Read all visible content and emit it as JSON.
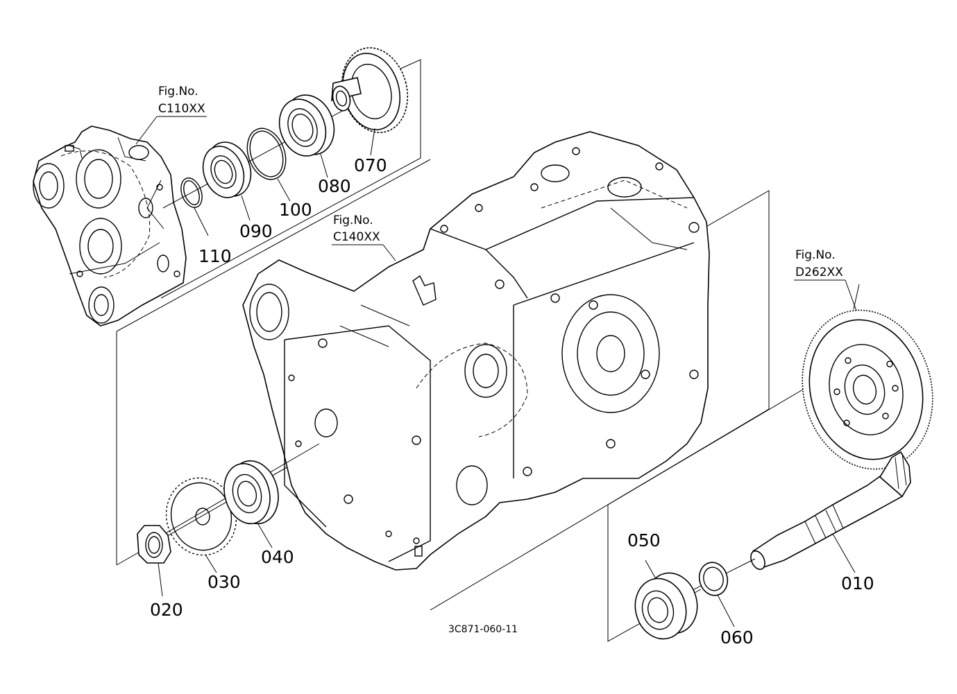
{
  "figure_refs": {
    "top_left": {
      "line1": "Fig.No.",
      "line2": "C110XX"
    },
    "center": {
      "line1": "Fig.No.",
      "line2": "C140XX"
    },
    "right": {
      "line1": "Fig.No.",
      "line2": "D262XX"
    }
  },
  "part_labels": {
    "p010": "010",
    "p020": "020",
    "p030": "030",
    "p040": "040",
    "p050": "050",
    "p060": "060",
    "p070": "070",
    "p080": "080",
    "p090": "090",
    "p100": "100",
    "p110": "110"
  },
  "drawing_code": "3C871-060-11"
}
